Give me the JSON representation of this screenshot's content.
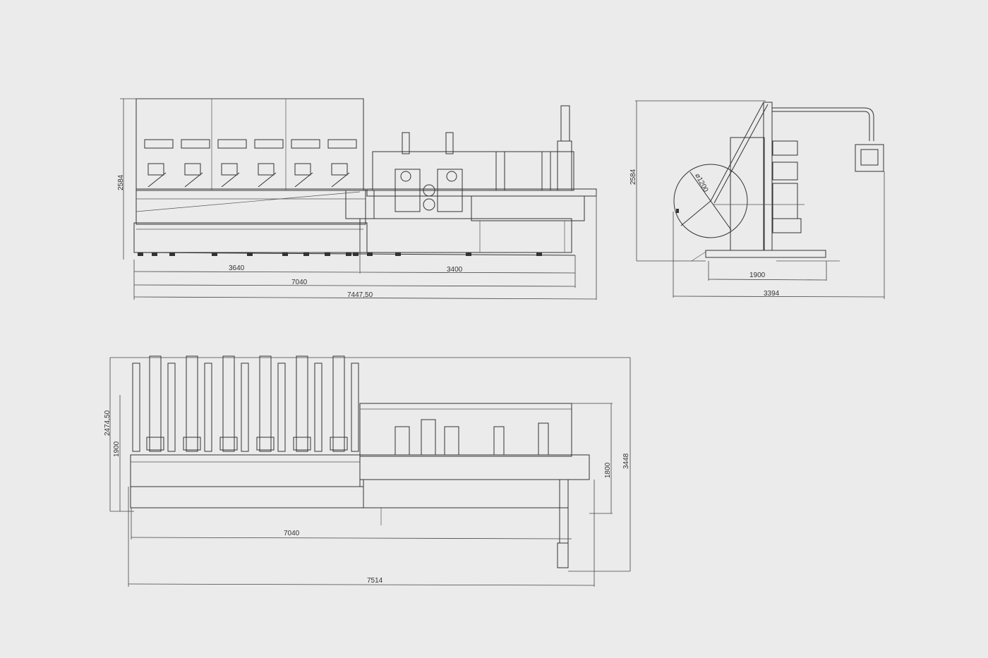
{
  "drawing": {
    "front_view": {
      "height_dim": "2584",
      "section_left_dim": "3640",
      "section_right_dim": "3400",
      "frame_length_dim": "7040",
      "overall_length_dim": "7447,50"
    },
    "side_view": {
      "height_dim": "2584",
      "roll_diameter_dim": "⌀1200",
      "base_dim": "1900",
      "overall_width_dim": "3394"
    },
    "top_view": {
      "depth_upper_dim": "2474,50",
      "depth_lower_dim": "1900",
      "right_depth_dim": "1800",
      "overall_depth_dim": "3448",
      "frame_length_dim": "7040",
      "overall_length_dim": "7514"
    }
  }
}
